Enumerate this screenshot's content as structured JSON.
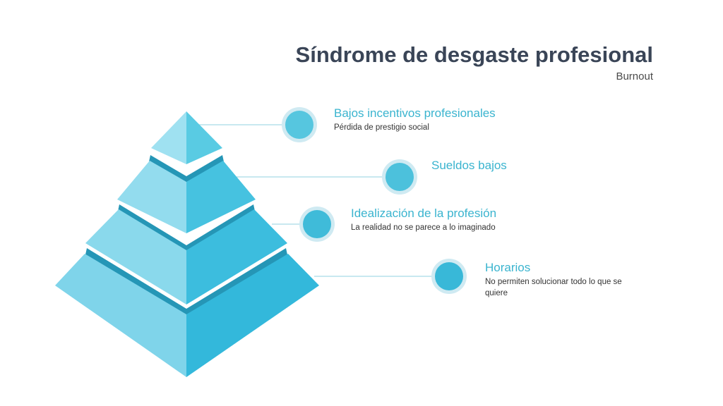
{
  "header": {
    "title": "Síndrome de desgaste profesional",
    "subtitle": "Burnout"
  },
  "levels": [
    {
      "label": "Bajos incentivos profesionales",
      "description": "Pérdida de prestigio social"
    },
    {
      "label": "Sueldos bajos",
      "description": ""
    },
    {
      "label": "Idealización de la profesión",
      "description": "La realidad no se parece a lo imaginado"
    },
    {
      "label": "Horarios",
      "description": "No permiten solucionar todo lo que se quiere"
    }
  ],
  "colors": {
    "title": "#3a4557",
    "accent": "#3ab4cf",
    "connector": "#a6dbe8"
  }
}
